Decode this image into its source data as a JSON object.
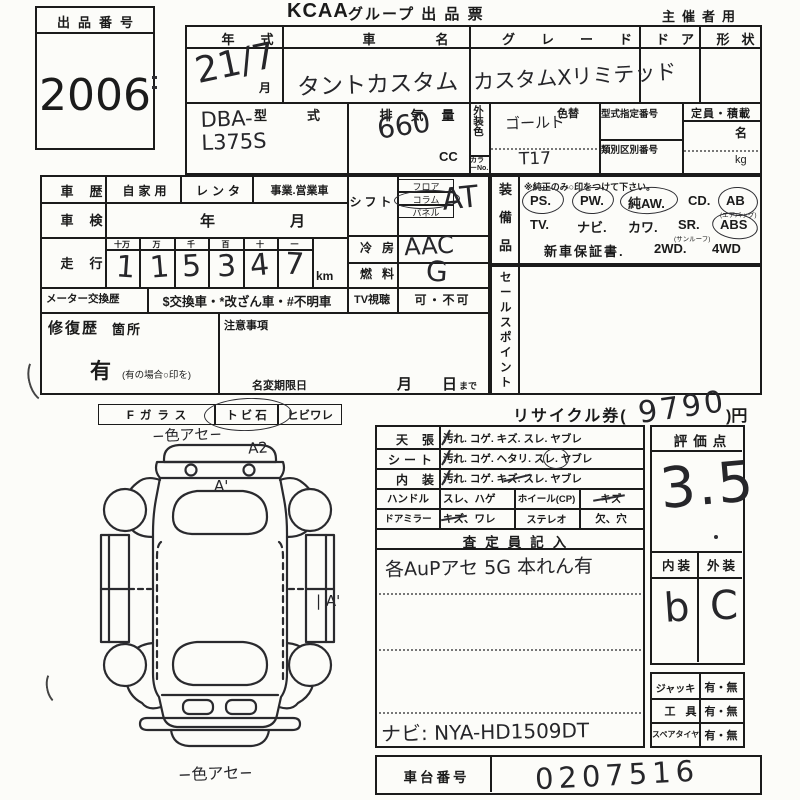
{
  "header": {
    "auction_no_label": "出品番号",
    "auction_no": "2006",
    "brand": "KCAA",
    "title": "グループ 出 品 票",
    "organizer": "主催者用"
  },
  "vehicle": {
    "year_label": "年式",
    "year_value": "21/7",
    "month_unit": "月",
    "name_label": "車名",
    "name_value": "タントカスタム",
    "grade_label": "グレード",
    "grade_value": "カスタムXリミテッド",
    "door_label": "ドア",
    "shape_label": "形状",
    "model_label": "型式",
    "model_value": "DBA-L375S",
    "disp_label": "排気量",
    "disp_value": "660",
    "disp_unit": "CC",
    "ext_color_label": "外装色",
    "color_change_label": "色替",
    "color_value": "ゴールド",
    "color_no_label": "カラーNo.",
    "color_no_value": "T17",
    "type_no_label": "型式指定番号",
    "class_no_label": "類別区別番号",
    "capacity_label": "定員・積載",
    "persons_unit": "名",
    "weight_unit": "kg"
  },
  "history": {
    "history_label": "車歴",
    "use_private": "自家用",
    "use_rental": "レンタ",
    "use_business": "事業.営業車",
    "inspection_label": "車検",
    "inspection_year": "年",
    "inspection_month": "月",
    "mileage_label": "走行",
    "odo_headers": [
      "十万",
      "万",
      "千",
      "百",
      "十",
      "一"
    ],
    "odo_digits": [
      "1",
      "1",
      "5",
      "3",
      "4",
      "7"
    ],
    "odo_unit": "km",
    "meter_label": "メーター交換歴",
    "meter_note": "$交換車・*改ざん車・#不明車",
    "tv_label": "TV視聴",
    "tv_value": "可・不可",
    "repair_label": "修復歴",
    "repair_spot_label": "箇所",
    "caution_label": "注意事項",
    "repair_exists": "有",
    "repair_note": "(有の場合○印を)",
    "name_change_label": "名変期限日",
    "nc_month": "月",
    "nc_day": "日",
    "nc_made": "まで"
  },
  "shift": {
    "label": "シフト",
    "opt_floor": "フロア",
    "opt_column": "コラム",
    "opt_panel": "パネル",
    "value": "AT",
    "ac_label": "冷房",
    "ac_value": "AAC",
    "fuel_label": "燃料",
    "fuel_value": "G"
  },
  "equipment": {
    "label_chars": [
      "装",
      "備",
      "品"
    ],
    "note": "※純正のみ○印をつけて下さい。",
    "items_row1": [
      "PS.",
      "PW.",
      "純AW.",
      "CD.",
      "AB"
    ],
    "ab_sub": "(エアバッグ)",
    "items_row2": [
      "TV.",
      "ナビ.",
      "カワ.",
      "SR.",
      "ABS"
    ],
    "sr_sub": "(サンルーフ)",
    "items_row3": [
      "新車保証書.",
      "2WD.",
      "4WD"
    ]
  },
  "sales": {
    "label_chars": [
      "セ",
      "ー",
      "ル",
      "ス",
      "ポ",
      "イ",
      "ン",
      "ト"
    ]
  },
  "recycle": {
    "prefix": "リサイクル券(",
    "value": "9790",
    "suffix": ")円"
  },
  "condition": {
    "ceiling_label": "天張",
    "ceiling_items": "汚れ. コゲ. キズ. スレ. ヤブレ",
    "seat_label": "シート",
    "seat_items": "汚れ. コゲ. ヘタリ. スレ. ヤブレ",
    "interior_label": "内装",
    "interior_items": "汚れ. コゲ. キズ. スレ. ヤブレ",
    "handle_label": "ハンドル",
    "handle_items": "スレ、ハゲ",
    "wheel_label": "ホイール(CP)",
    "wheel_value": "キズ",
    "mirror_label": "ドアミラー",
    "mirror_items": "キズ、ワレ",
    "stereo_label": "ステレオ",
    "stereo_value": "欠、穴",
    "inspector_header": "査定員記入",
    "inspector_note": "各AuPアセ 5G 本れん有",
    "navi_note": "ナビ: NYA-HD1509DT"
  },
  "rating": {
    "header": "評価点",
    "score": "3.5",
    "interior_label": "内装",
    "exterior_label": "外装",
    "interior_value": "b",
    "exterior_value": "C"
  },
  "accessories": {
    "jack_label": "ジャッキ",
    "jack_value": "有・無",
    "tool_label": "工具",
    "tool_value": "有・無",
    "spare_label": "スペアタイヤ",
    "spare_value": "有・無"
  },
  "chassis": {
    "label": "車台番号",
    "value": "0207516"
  },
  "glass": {
    "f_glass": "Fガラス",
    "stone_chip": "トビ石",
    "crack": "ヒビワレ",
    "fade_top": "−色アセ−",
    "fade_bottom": "−色アセ−",
    "mark_a2": "A2",
    "mark_a1": "A'",
    "mark_side": "| A'"
  }
}
